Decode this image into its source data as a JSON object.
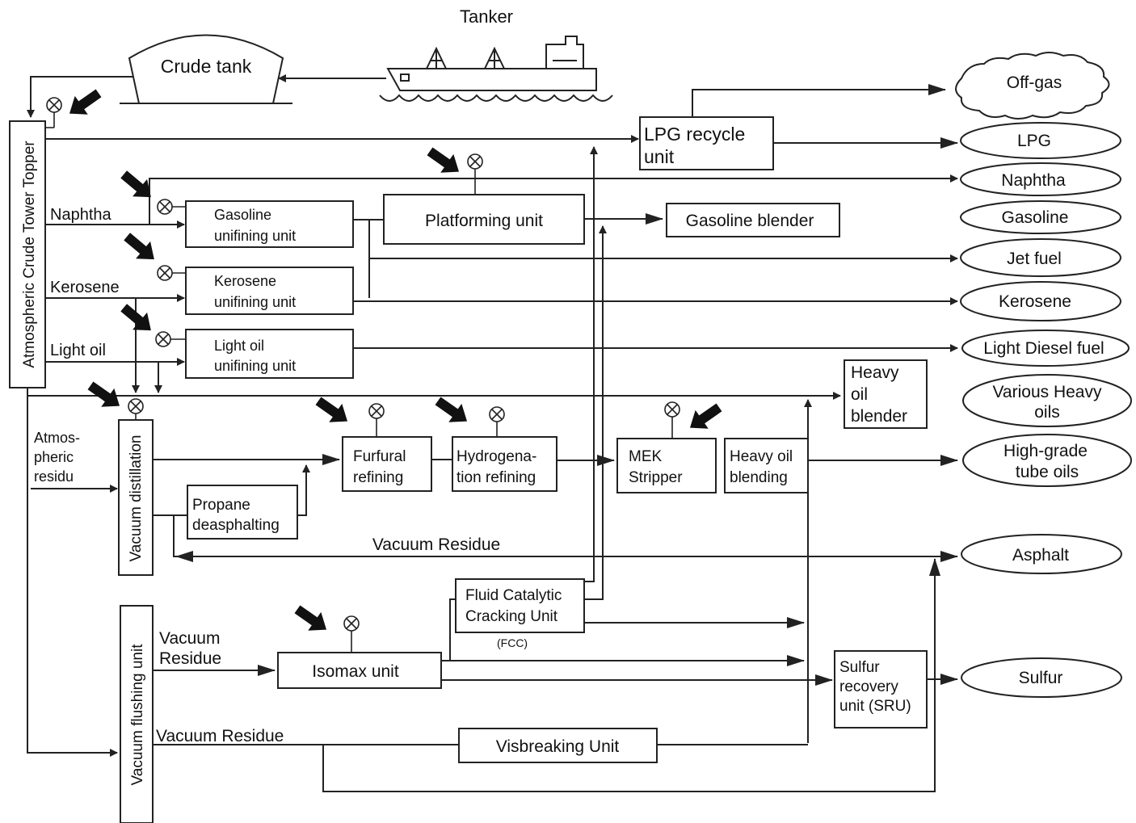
{
  "tanker": "Tanker",
  "crude_tank": "Crude tank",
  "tower": "Atmospheric Crude Tower Topper",
  "streams": {
    "naphtha": "Naphtha",
    "kerosene": "Kerosene",
    "light_oil": "Light oil",
    "atm_residu_1": "Atmos-",
    "atm_residu_2": "pheric",
    "atm_residu_3": "residu",
    "vacuum_residue_main": "Vacuum Residue",
    "vacuum_residue_flush_1": "Vacuum",
    "vacuum_residue_flush_2": "Residue",
    "vacuum_residue_visb": "Vacuum Residue"
  },
  "units": {
    "lpg_recycle_1": "LPG recycle",
    "lpg_recycle_2": "unit",
    "gasoline_unifining_1": "Gasoline",
    "gasoline_unifining_2": "unifining unit",
    "platforming": "Platforming unit",
    "gasoline_blender": "Gasoline blender",
    "kerosene_unifining_1": "Kerosene",
    "kerosene_unifining_2": "unifining unit",
    "light_oil_unifining_1": "Light oil",
    "light_oil_unifining_2": "unifining unit",
    "heavy_oil_blender_1": "Heavy",
    "heavy_oil_blender_2": "oil",
    "heavy_oil_blender_3": "blender",
    "vacuum_distillation": "Vacuum distillation",
    "furfural_1": "Furfural",
    "furfural_2": "refining",
    "hydrogenation_1": "Hydrogena-",
    "hydrogenation_2": "tion refining",
    "mek_1": "MEK",
    "mek_2": "Stripper",
    "heavy_oil_blending_1": "Heavy oil",
    "heavy_oil_blending_2": "blending",
    "propane_1": "Propane",
    "propane_2": "deasphalting",
    "fcc_1": "Fluid Catalytic",
    "fcc_2": "Cracking Unit",
    "fcc_3": "(FCC)",
    "vacuum_flushing": "Vacuum flushing unit",
    "isomax": "Isomax unit",
    "sru_1": "Sulfur",
    "sru_2": "recovery",
    "sru_3": "unit (SRU)",
    "visbreaking": "Visbreaking Unit"
  },
  "products": {
    "off_gas": "Off-gas",
    "lpg": "LPG",
    "naphtha": "Naphtha",
    "gasoline": "Gasoline",
    "jet_fuel": "Jet fuel",
    "kerosene": "Kerosene",
    "light_diesel": "Light Diesel fuel",
    "heavy_oils_1": "Various Heavy",
    "heavy_oils_2": "oils",
    "tube_oils_1": "High-grade",
    "tube_oils_2": "tube oils",
    "asphalt": "Asphalt",
    "sulfur": "Sulfur"
  }
}
